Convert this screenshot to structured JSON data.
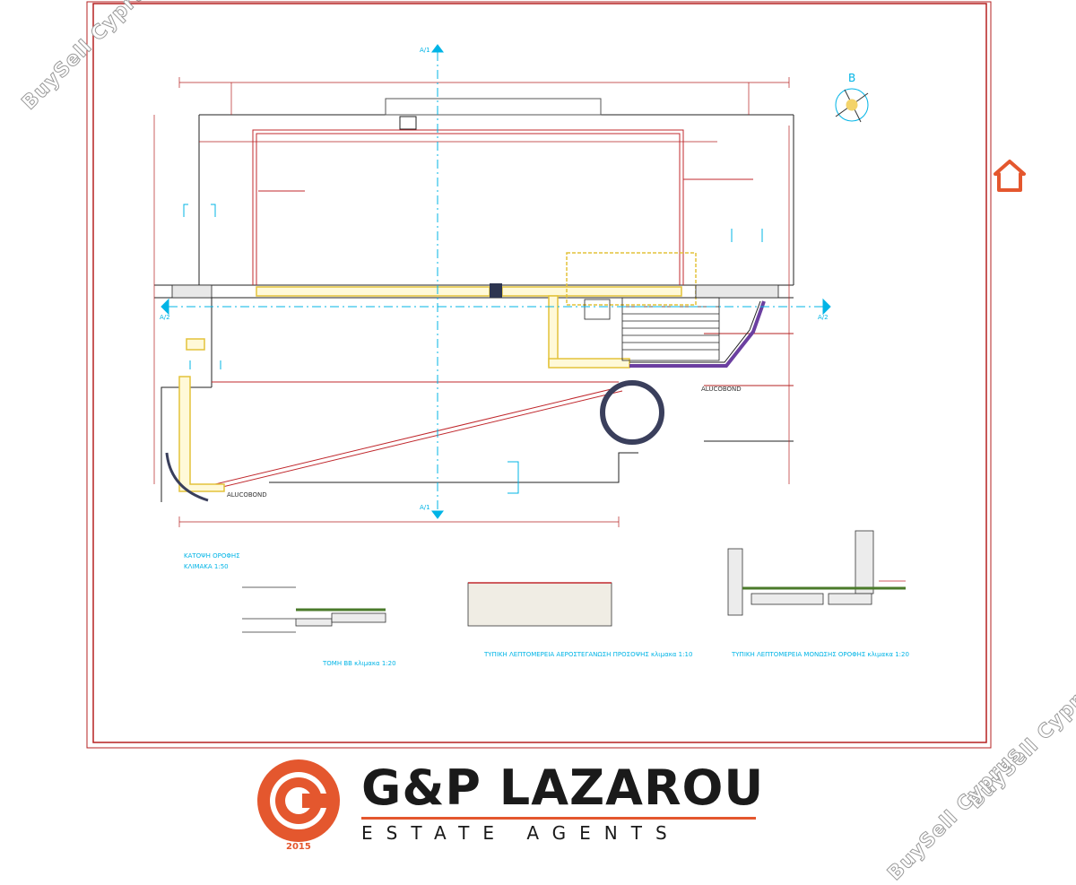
{
  "watermark": {
    "text": "BuySell Cyprus"
  },
  "plan": {
    "section_marks": [
      "A/1",
      "A/2",
      "B"
    ],
    "north_label": "B",
    "material_labels": [
      "ALUCOBOND",
      "ALUCOBOND"
    ],
    "drawing_titles": [
      "ΚΑΤΟΨΗ ΟΡΟΦΗΣ",
      "ΚΛΙΜΑΚΑ 1:50"
    ],
    "detail_titles": [
      "ΤΟΜΗ ΒΒ κλιμακα 1:20",
      "ΤΥΠΙΚΗ ΛΕΠΤΟΜΕΡΕΙΑ ΑΕΡΟΣΤΕΓΑΝΩΣΗ ΠΡΟΣΟΨΗΣ κλιμακα 1:10",
      "ΤΥΠΙΚΗ ΛΕΠΤΟΜΕΡΕΙΑ ΜΟΝΩΣΗΣ ΟΡΟΦΗΣ κλιμακα 1:20"
    ]
  },
  "logo": {
    "name": "G&P LAZAROU",
    "tagline": "ESTATE AGENTS",
    "year": "2015",
    "brand_color": "#e4572e"
  },
  "home_icon": "home-icon"
}
